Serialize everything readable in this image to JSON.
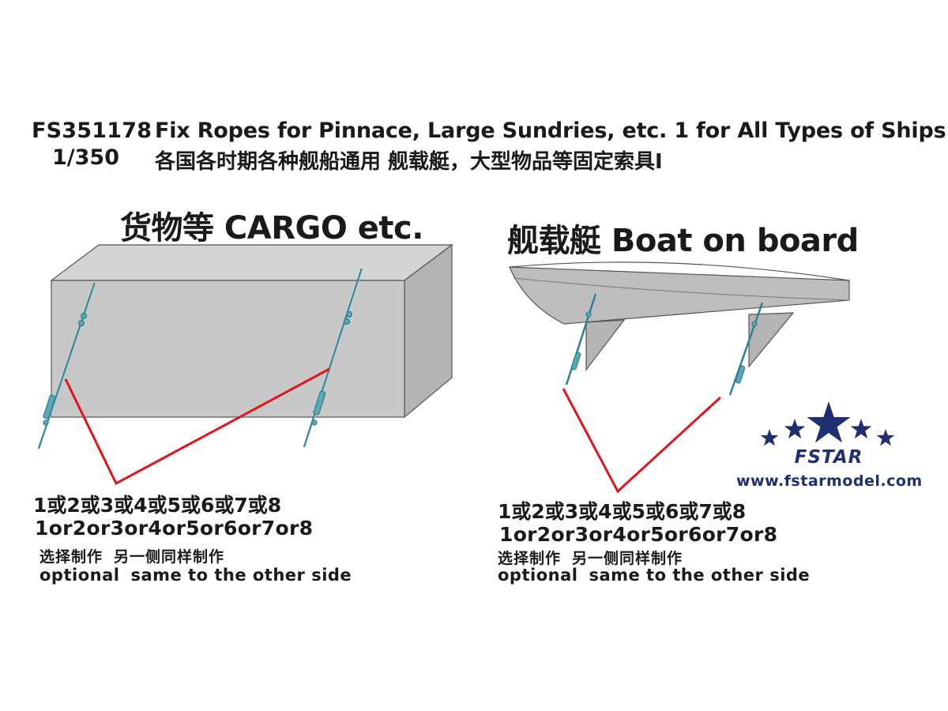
{
  "header": {
    "product_code": "FS351178",
    "title_en": "Fix Ropes for Pinnace, Large Sundries, etc. 1 for All Types of Ships",
    "scale": "1/350",
    "title_cn": "各国各时期各种舰船通用 舰载艇，大型物品等固定索具I"
  },
  "cargo": {
    "heading": "货物等 CARGO etc.",
    "options_cn": "1或2或3或4或5或6或7或8",
    "options_en": "1or2or3or4or5or6or7or8",
    "note_cn_1": "选择制作",
    "note_cn_2": "另一侧同样制作",
    "note_en_1": "optional",
    "note_en_2": "same to the other side"
  },
  "boat": {
    "heading": "舰载艇 Boat on board",
    "options_cn": "1或2或3或4或5或6或7或8",
    "options_en": "1or2or3or4or5or6or7or8",
    "note_cn_1": "选择制作",
    "note_cn_2": "另一侧同样制作",
    "note_en_1": "optional",
    "note_en_2": "same to the other side"
  },
  "brand": {
    "logo_text": "FSTAR",
    "website": "www.fstarmodel.com"
  },
  "colors": {
    "text": "#1a1a1a",
    "rope": "#3a8fa0",
    "pointer": "#e0141a",
    "cargo_front": "#c8c8c8",
    "cargo_top": "#d4d4d4",
    "cargo_side": "#b4b4b4",
    "hull": "#bdbdbd",
    "brand_blue": "#1f2f6f"
  }
}
